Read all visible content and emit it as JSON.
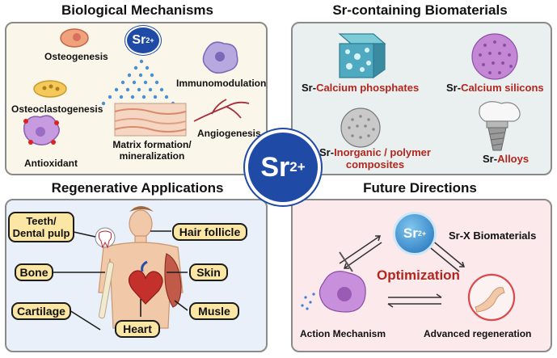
{
  "center_badge": {
    "base": "Sr",
    "charge": "2+"
  },
  "biological": {
    "heading": "Biological Mechanisms",
    "ion": {
      "base": "Sr",
      "charge": "2+"
    },
    "items": {
      "osteogenesis": "Osteogenesis",
      "osteoclastogenesis": "Osteoclastogenesis",
      "antioxidant": "Antioxidant",
      "immunomodulation": "Immunomodulation",
      "angiogenesis": "Angiogenesis",
      "matrix_line1": "Matrix formation/",
      "matrix_line2": "mineralization"
    }
  },
  "biomaterials": {
    "heading": "Sr-containing Biomaterials",
    "prefix": "Sr-",
    "calcium_phosphates": "Calcium phosphates",
    "calcium_silicons": "Calcium silicons",
    "composites_line1": "Inorganic / polymer",
    "composites_line2": "composites",
    "alloys": "Alloys"
  },
  "regenerative": {
    "heading": "Regenerative Applications",
    "teeth_line1": "Teeth/",
    "teeth_line2": "Dental pulp",
    "bone": "Bone",
    "cartilage": "Cartilage",
    "heart": "Heart",
    "hair_follicle": "Hair follicle",
    "skin": "Skin",
    "muscle": "Musle"
  },
  "future": {
    "heading": "Future Directions",
    "ion": {
      "base": "Sr",
      "charge": "2+"
    },
    "sr_x": "Sr-X Biomaterials",
    "optimization": "Optimization",
    "action_mechanism": "Action Mechanism",
    "advanced_regeneration": "Advanced regeneration"
  },
  "colors": {
    "panel_bio": "#fbf6ea",
    "panel_mat": "#eaf0ef",
    "panel_regen": "#e9f0fa",
    "panel_future": "#fbe9ec",
    "badge_blue": "#1f4aa6",
    "accent_red": "#b3261e",
    "pill_fill": "#fbe6a3"
  }
}
